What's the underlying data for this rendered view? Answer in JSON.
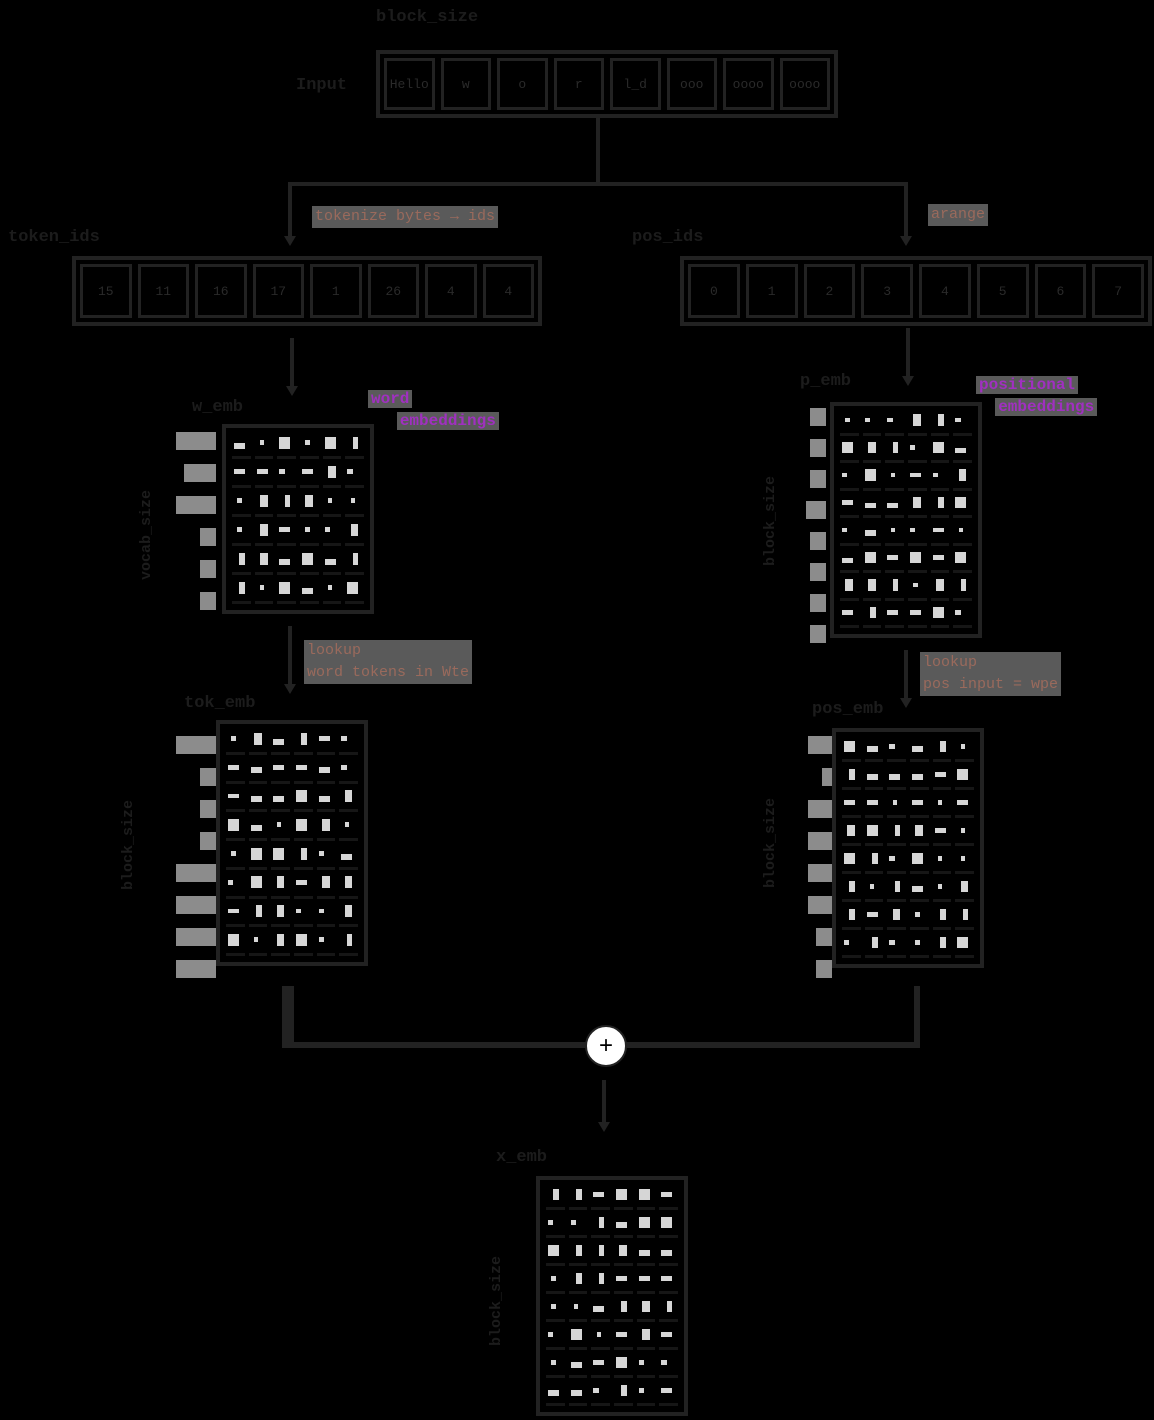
{
  "top": {
    "title": "block_size",
    "row_label": "Input",
    "tokens": [
      "Hello",
      "w",
      "o",
      "r",
      "l_d",
      "ooo",
      "oooo",
      "oooo"
    ]
  },
  "left": {
    "annotation": "tokenize bytes → ids",
    "array_label": "token_ids",
    "values": [
      "15",
      "11",
      "16",
      "17",
      "1",
      "26",
      "4",
      "4"
    ],
    "matrix1": {
      "label": "w_emb",
      "side_label": "vocab_size",
      "annotation": [
        "word",
        "embeddings"
      ],
      "rows": 6,
      "cols": 6
    },
    "lookup_annotation": [
      "lookup",
      "word tokens in Wte"
    ],
    "matrix2": {
      "label": "tok_emb",
      "side_label": "block_size",
      "rows": 8,
      "cols": 6
    }
  },
  "right": {
    "annotation": "arange",
    "array_label": "pos_ids",
    "values": [
      "0",
      "1",
      "2",
      "3",
      "4",
      "5",
      "6",
      "7"
    ],
    "matrix1": {
      "label": "p_emb",
      "side_label": "block_size",
      "annotation": [
        "positional",
        "embeddings"
      ],
      "rows": 8,
      "cols": 6
    },
    "lookup_annotation": [
      "lookup",
      "pos input = wpe"
    ],
    "matrix2": {
      "label": "pos_emb",
      "side_label": "block_size",
      "rows": 8,
      "cols": 6
    }
  },
  "combine": {
    "operator": "+",
    "result_label": "x_emb",
    "result_side_label": "block_size",
    "rows": 8,
    "cols": 6
  },
  "colors": {
    "background": "#000000",
    "lines": "#222222",
    "cells": "#d6d6d6",
    "annotation_brown": "#9a6a5c",
    "annotation_purple": "#a030c0"
  }
}
